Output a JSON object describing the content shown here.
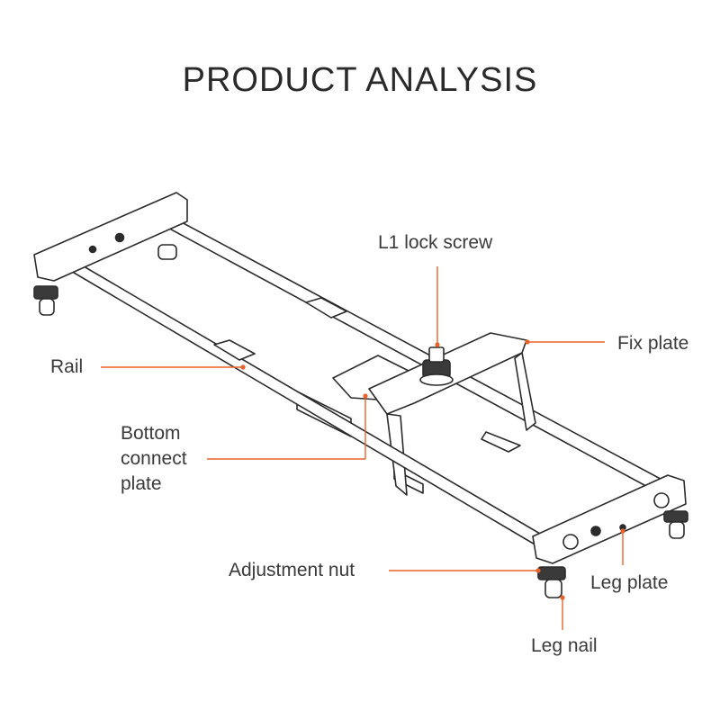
{
  "title": "PRODUCT ANALYSIS",
  "labels": {
    "l1_lock_screw": "L1 lock screw",
    "fix_plate": "Fix plate",
    "rail": "Rail",
    "bottom_connect_plate": "Bottom\nconnect\nplate",
    "adjustment_nut": "Adjustment nut",
    "leg_plate": "Leg plate",
    "leg_nail": "Leg nail"
  },
  "colors": {
    "callout": "#e8622a",
    "outline": "#2b2b2b",
    "text": "#3a3a3a"
  }
}
